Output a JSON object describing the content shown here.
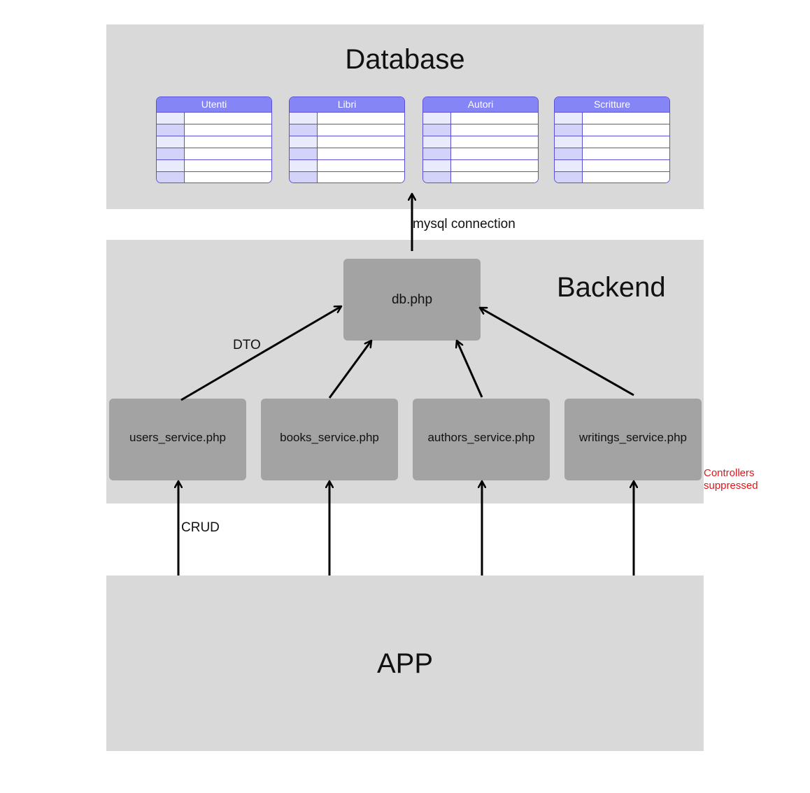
{
  "sections": {
    "database": "Database",
    "backend": "Backend",
    "app": "APP"
  },
  "tables": [
    {
      "name": "Utenti",
      "rows": 6
    },
    {
      "name": "Libri",
      "rows": 6
    },
    {
      "name": "Autori",
      "rows": 6
    },
    {
      "name": "Scritture",
      "rows": 6
    }
  ],
  "nodes": {
    "db": "db.php",
    "services": [
      "users_service.php",
      "books_service.php",
      "authors_service.php",
      "writings_service.php"
    ]
  },
  "labels": {
    "mysql": "mysql connection",
    "dto": "DTO",
    "crud": "CRUD",
    "note": "Controllers suppressed"
  },
  "colors": {
    "panel": "#d9d9d9",
    "node": "#a3a3a3",
    "table_header": "#8585f5",
    "table_border": "#5a4fd6",
    "note": "#e0161b"
  }
}
